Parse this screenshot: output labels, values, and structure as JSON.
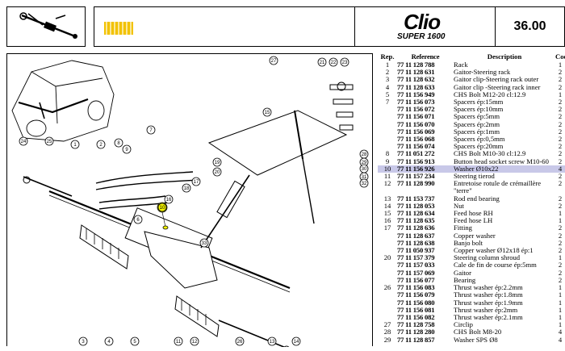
{
  "header": {
    "logo_main": "Clio",
    "logo_sub": "SUPER 1600",
    "page_number": "36.00",
    "stripe_color": "#f2c200"
  },
  "diagram": {
    "callouts": [
      "1",
      "2",
      "3",
      "4",
      "5",
      "6",
      "7",
      "8",
      "9",
      "10",
      "11",
      "12",
      "13",
      "14",
      "15",
      "16",
      "17",
      "18",
      "19",
      "20",
      "21",
      "22",
      "23",
      "24",
      "25",
      "26",
      "27",
      "28",
      "29",
      "30",
      "31",
      "32",
      "33"
    ],
    "highlight_color": "#f5f500"
  },
  "table": {
    "headers": {
      "rep": "Rep.",
      "ref": "Reference",
      "desc": "Description",
      "coef": "Coef"
    },
    "rows": [
      {
        "rep": "1",
        "ref": "77 11 128 788",
        "desc": "Rack",
        "coef": "1"
      },
      {
        "rep": "2",
        "ref": "77 11 128 631",
        "desc": "Gaitor-Steering rack",
        "coef": "2"
      },
      {
        "rep": "3",
        "ref": "77 11 128 632",
        "desc": "Gaitor clip-Steering rack outer",
        "coef": "2"
      },
      {
        "rep": "4",
        "ref": "77 11 128 633",
        "desc": "Gaitor clip -Steering rack inner",
        "coef": "2"
      },
      {
        "rep": "5",
        "ref": "77 11 156 949",
        "desc": "CHS Bolt M12-20 cl:12.9",
        "coef": "1"
      },
      {
        "rep": "7",
        "ref": "77 11 156 073",
        "desc": "Spacers ép:15mm",
        "coef": "2"
      },
      {
        "rep": "",
        "ref": "77 11 156 072",
        "desc": "Spacers ép:10mm",
        "coef": "2"
      },
      {
        "rep": "",
        "ref": "77 11 156 071",
        "desc": "Spacers ép:5mm",
        "coef": "2"
      },
      {
        "rep": "",
        "ref": "77 11 156 070",
        "desc": "Spacers ép:2mm",
        "coef": "2"
      },
      {
        "rep": "",
        "ref": "77 11 156 069",
        "desc": "Spacers ép:1mm",
        "coef": "2"
      },
      {
        "rep": "",
        "ref": "77 11 156 068",
        "desc": "Spacers ép:0,5mm",
        "coef": "2"
      },
      {
        "rep": "",
        "ref": "77 11 156 074",
        "desc": "Spacers ép:20mm",
        "coef": "2"
      },
      {
        "rep": "8",
        "ref": "77 11 051 272",
        "desc": "CHS Bolt M10-30 cl:12.9",
        "coef": "2"
      },
      {
        "rep": "9",
        "ref": "77 11 156 913",
        "desc": "Button head socket screw M10-60",
        "coef": "2"
      },
      {
        "rep": "10",
        "ref": "77 11 156 926",
        "desc": "Washer Ø10x22",
        "coef": "4",
        "highlight": true
      },
      {
        "rep": "11",
        "ref": "77 11 157 234",
        "desc": "Steering tierod",
        "coef": "2"
      },
      {
        "rep": "12",
        "ref": "77 11 128 990",
        "desc": "Entretoise rotule de crémaillère",
        "coef": "2"
      },
      {
        "rep": "",
        "ref": "",
        "desc": "\"terre\"",
        "coef": ""
      },
      {
        "rep": "13",
        "ref": "77 11 153 737",
        "desc": "Rod end bearing",
        "coef": "2"
      },
      {
        "rep": "14",
        "ref": "77 11 128 053",
        "desc": "Nut",
        "coef": "2"
      },
      {
        "rep": "15",
        "ref": "77 11 128 634",
        "desc": "Feed hose RH",
        "coef": "1"
      },
      {
        "rep": "16",
        "ref": "77 11 128 635",
        "desc": "Feed hose LH",
        "coef": "1"
      },
      {
        "rep": "17",
        "ref": "77 11 128 636",
        "desc": "Fitting",
        "coef": "2"
      },
      {
        "rep": "",
        "ref": "77 11 128 637",
        "desc": "Copper washer",
        "coef": "2"
      },
      {
        "rep": "",
        "ref": "77 11 128 638",
        "desc": "Banjo bolt",
        "coef": "2"
      },
      {
        "rep": "",
        "ref": "77 11 050 937",
        "desc": "Copper washer Ø12x18 ép:1",
        "coef": "2"
      },
      {
        "rep": "20",
        "ref": "77 11 157 379",
        "desc": "Steering column shroud",
        "coef": "1"
      },
      {
        "rep": "",
        "ref": "77 11 157 033",
        "desc": "Cale de fin de course ép:5mm",
        "coef": "2"
      },
      {
        "rep": "",
        "ref": "77 11 157 069",
        "desc": "Gaitor",
        "coef": "2"
      },
      {
        "rep": "",
        "ref": "77 11 156 077",
        "desc": "Bearing",
        "coef": "2"
      },
      {
        "rep": "26",
        "ref": "77 11 156 083",
        "desc": "Thrust washer ép:2.2mm",
        "coef": "1"
      },
      {
        "rep": "",
        "ref": "77 11 156 079",
        "desc": "Thrust washer ép:1.8mm",
        "coef": "1"
      },
      {
        "rep": "",
        "ref": "77 11 156 080",
        "desc": "Thrust washer ép:1.9mm",
        "coef": "1"
      },
      {
        "rep": "",
        "ref": "77 11 156 081",
        "desc": "Thrust washer ép:2mm",
        "coef": "1"
      },
      {
        "rep": "",
        "ref": "77 11 156 082",
        "desc": "Thrust washer ép:2.1mm",
        "coef": "1"
      },
      {
        "rep": "27",
        "ref": "77 11 128 758",
        "desc": "Circlip",
        "coef": "1"
      },
      {
        "rep": "28",
        "ref": "77 11 128 280",
        "desc": "CHS Bolt M8-20",
        "coef": "4"
      },
      {
        "rep": "29",
        "ref": "77 11 128 857",
        "desc": "Washer SPS Ø8",
        "coef": "4"
      }
    ]
  }
}
